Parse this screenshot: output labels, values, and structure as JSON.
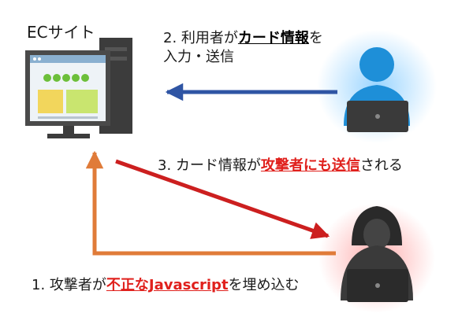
{
  "site_label": "ECサイト",
  "step2": {
    "line1_prefix": "2. 利用者が",
    "line1_highlight": "カード情報",
    "line1_suffix": "を",
    "line2": "入力・送信"
  },
  "step3": {
    "prefix": "3. カード情報が",
    "highlight1": "攻撃者にも",
    "highlight2": "送信",
    "suffix": "される"
  },
  "step1": {
    "prefix": "1. 攻撃者が",
    "highlight": "不正なJavascript",
    "suffix": "を埋め込む"
  },
  "colors": {
    "arrow_user": "#2f55a4",
    "arrow_leak": "#cc1f1f",
    "arrow_inject": "#e07b39",
    "highlight_red": "#e0201c",
    "user_figure": "#1e8fd8",
    "attacker_figure": "#3a3a3a"
  },
  "icons": {
    "computer": "desktop-computer-icon",
    "user": "user-at-laptop-icon",
    "attacker": "hooded-attacker-icon"
  }
}
